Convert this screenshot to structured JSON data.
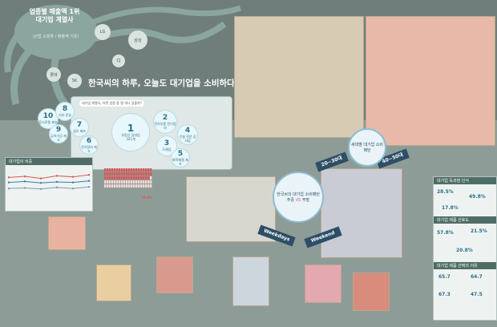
{
  "title": {
    "line1": "업종별 매출액 1위",
    "line2": "대기업 계열사",
    "sub": "(산업 소분류 / 매출액 기준)"
  },
  "logos": [
    "LG",
    "삼성",
    "롯데",
    "SK",
    "CJ"
  ],
  "headline": "한국씨의 하루, 오늘도 대기업을 소비하다",
  "question": "대기업 계열사, 어떤 업종 중 몇 개나 있을까?",
  "left_bubbles": [
    {
      "num": "10",
      "label": "음식료품 제조"
    },
    {
      "num": "9",
      "label": "금속가공 제조"
    },
    {
      "num": "8",
      "label": "기타 운송"
    },
    {
      "num": "7",
      "label": "섬유 제조"
    },
    {
      "num": "6",
      "label": "전기장비 제조"
    }
  ],
  "center_bubbles": [
    {
      "num": "1",
      "label": "부동산 임대업",
      "value": "321개"
    },
    {
      "num": "2",
      "label": "전자부품 전기장비"
    },
    {
      "num": "3",
      "label": "도매업"
    },
    {
      "num": "4",
      "label": "건설 전문 공사업"
    },
    {
      "num": "5",
      "label": "화학제품 제조"
    }
  ],
  "percent_label": "58.9%",
  "percent_value": 58.9,
  "sections": {
    "left_chart_title": "대기업의 비중",
    "share_new": "새대별 대기업 소비패턴",
    "age_20_30": "20~30대",
    "age_40_50": "40~50대",
    "pattern_title": "한국씨의 대기업 소비패턴",
    "weekday_tag": "주중",
    "vs_tag": "VS",
    "weekend_tag": "주말",
    "weekdays": "Weekdays",
    "weekend": "Weekend"
  },
  "right_panels": [
    {
      "title": "대기업 독과점 인식",
      "stats": [
        "28.5%",
        "49.8%",
        "17.8%"
      ]
    },
    {
      "title": "대기업 제품 선호도",
      "stats": [
        "57.8%",
        "21.5%",
        "20.8%"
      ]
    },
    {
      "title": "대기업 제품 선택의 이유",
      "stats": [
        "65.7",
        "64.7",
        "67.3",
        "47.5"
      ]
    }
  ],
  "line_chart": {
    "series": [
      {
        "values": [
          52,
          54,
          50,
          55,
          53,
          57
        ],
        "color": "#d95a5a"
      },
      {
        "values": [
          42,
          44,
          41,
          43,
          42,
          45
        ],
        "color": "#3a7ea8"
      },
      {
        "values": [
          30,
          31,
          29,
          32,
          30,
          33
        ],
        "color": "#7b9ab0"
      }
    ]
  },
  "colors": {
    "accent": "#2c6f89",
    "octopus": "#8ba59f"
  }
}
